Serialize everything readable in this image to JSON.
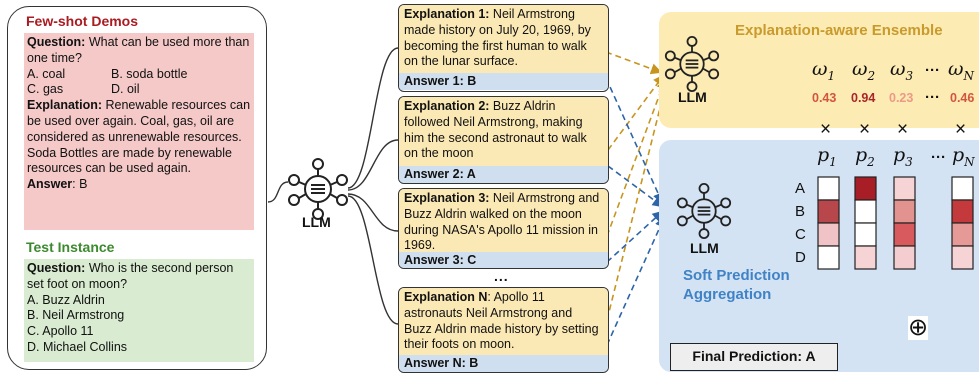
{
  "few_shot": {
    "heading": "Few-shot Demos",
    "question_label": "Question:",
    "question": "What can be used more than one time?",
    "options": [
      "A. coal",
      "B. soda bottle",
      "C. gas",
      "D. oil"
    ],
    "explanation_label": "Explanation:",
    "explanation": "Renewable resources can be used over again. Coal, gas, oil are considered as unrenewable resources. Soda Bottles are made by renewable resources can be used again.",
    "answer_label": "Answer",
    "answer": ": B"
  },
  "test_instance": {
    "heading": "Test Instance",
    "question_label": "Question:",
    "question": "Who is the second person set foot on moon?",
    "options": [
      "A. Buzz Aldrin",
      "B. Neil Armstrong",
      "C. Apollo 11",
      "D. Michael Collins"
    ]
  },
  "llm_label": "LLM",
  "explanations": [
    {
      "label": "Explanation 1:",
      "text": "Neil Armstrong made history on July 20, 1969, by becoming the first human to walk on the lunar surface.",
      "answer": "Answer 1: B"
    },
    {
      "label": "Explanation 2:",
      "text": "Buzz Aldrin followed Neil Armstrong, making him the second astronaut to walk on the moon",
      "answer": "Answer 2: A"
    },
    {
      "label": "Explanation 3:",
      "text": "Neil Armstrong and Buzz Aldrin walked on the moon during NASA's Apollo 11 mission in 1969.",
      "answer": "Answer 3: C"
    },
    {
      "label": "Explanation N",
      "text": ": Apollo 11 astronauts Neil Armstrong and Buzz Aldrin made history by setting their foots on moon.",
      "answer": "Answer N: B"
    }
  ],
  "explanations_ellipsis": "...",
  "ensemble": {
    "title": "Explanation-aware Ensemble",
    "weights": [
      {
        "symbol": "ω",
        "sub": "1",
        "value": "0.43"
      },
      {
        "symbol": "ω",
        "sub": "2",
        "value": "0.94"
      },
      {
        "symbol": "ω",
        "sub": "3",
        "value": "0.23"
      },
      {
        "symbol": "ω",
        "sub": "N",
        "value": "0.46"
      }
    ],
    "ellipsis": "···",
    "value_colors": [
      "#d2553f",
      "#a8262a",
      "#ec9a86",
      "#d2553f"
    ]
  },
  "soft": {
    "title": "Soft Prediction Aggregation",
    "probs": [
      {
        "symbol": "p",
        "sub": "1"
      },
      {
        "symbol": "p",
        "sub": "2"
      },
      {
        "symbol": "p",
        "sub": "3"
      },
      {
        "symbol": "p",
        "sub": "N"
      }
    ],
    "option_letters": [
      "A",
      "B",
      "C",
      "D"
    ],
    "times": "×",
    "ellipsis": "···",
    "cell_colors": [
      [
        "#ffffff",
        "#b8474c",
        "#f0c4c6",
        "#ffffff"
      ],
      [
        "#a81e26",
        "#ffffff",
        "#ffffff",
        "#f6d4d6"
      ],
      [
        "#f6d4d6",
        "#e2928f",
        "#d85a5e",
        "#f3cdd0"
      ],
      [
        "#ffffff",
        "#c43a3c",
        "#e69a98",
        "#f6d4d6"
      ]
    ]
  },
  "final_prediction": "Final Prediction: A",
  "plus_symbol": "⊕"
}
